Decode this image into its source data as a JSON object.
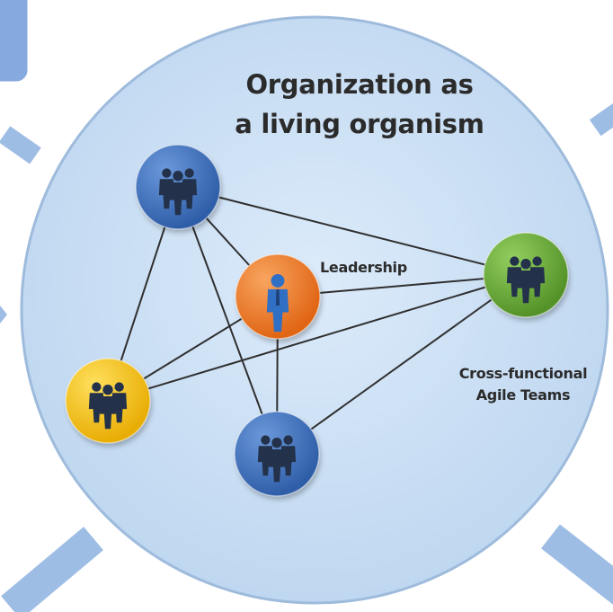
{
  "title": {
    "line1": "Organization as",
    "line2": "a living organism"
  },
  "labels": {
    "leadership": "Leadership",
    "cross_functional_line1": "Cross-functional",
    "cross_functional_line2": "Agile Teams"
  },
  "nodes": [
    {
      "id": "team-top-left",
      "kind": "team",
      "color": "#3d6fbe",
      "icon": "group-people-icon"
    },
    {
      "id": "leadership",
      "kind": "leader",
      "color": "#ec7a2a",
      "icon": "person-icon"
    },
    {
      "id": "team-right-green",
      "kind": "team",
      "color": "#6dad3c",
      "icon": "group-people-icon"
    },
    {
      "id": "team-left-yellow",
      "kind": "team",
      "color": "#f4c21a",
      "icon": "group-people-icon"
    },
    {
      "id": "team-bottom",
      "kind": "team",
      "color": "#3d6fbe",
      "icon": "group-people-icon"
    }
  ],
  "edges": [
    [
      "team-top-left",
      "leadership"
    ],
    [
      "team-top-left",
      "team-right-green"
    ],
    [
      "team-top-left",
      "team-left-yellow"
    ],
    [
      "team-top-left",
      "team-bottom"
    ],
    [
      "leadership",
      "team-right-green"
    ],
    [
      "leadership",
      "team-left-yellow"
    ],
    [
      "leadership",
      "team-bottom"
    ],
    [
      "team-left-yellow",
      "team-right-green"
    ],
    [
      "team-bottom",
      "team-right-green"
    ]
  ],
  "colors": {
    "circle_fill": "#c5dcf3",
    "circle_stroke": "#8fb3d8",
    "edge": "#2f2f2f",
    "accent_bar": "#9ebde4"
  }
}
